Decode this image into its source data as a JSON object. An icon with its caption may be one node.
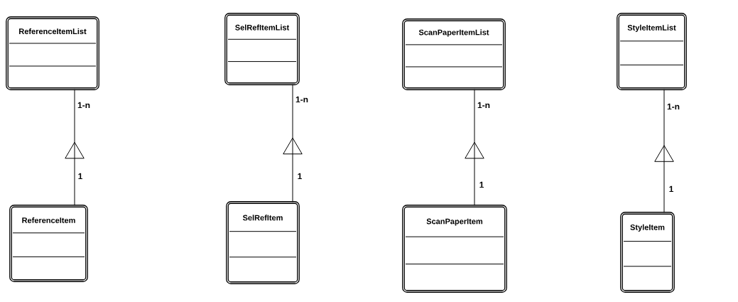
{
  "diagram": {
    "nodes": [
      {
        "text": [
          "ReferenceItemList"
        ]
      },
      {
        "text": [
          "SelRefItemList"
        ]
      },
      {
        "text": [
          "ScanPaperItemList"
        ]
      },
      {
        "text": [
          "StyleItemList"
        ]
      },
      {
        "text": [
          "ReferenceItem"
        ]
      },
      {
        "text": [
          "SelRefItem"
        ]
      },
      {
        "text": [
          "ScanPaperItem"
        ]
      },
      {
        "text": [
          "StyleItem"
        ]
      }
    ],
    "edges": [
      {
        "from": 4,
        "to": 0,
        "arrow": "to"
      },
      {
        "from": 5,
        "to": 1,
        "arrow": "to"
      },
      {
        "from": 6,
        "to": 2,
        "arrow": "to"
      },
      {
        "from": 7,
        "to": 3,
        "arrow": "to"
      }
    ],
    "labels": [
      "1-n",
      "1-n",
      "1-n",
      "1-n",
      "1",
      "1",
      "1",
      "1"
    ]
  }
}
